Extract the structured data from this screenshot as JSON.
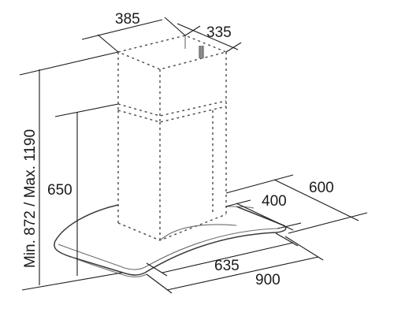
{
  "dimensions": {
    "chimney_width": "385",
    "chimney_depth": "335",
    "total_height": "Min. 872 / Max. 1190",
    "canopy_height": "650",
    "hood_depth": "600",
    "inner_depth": "400",
    "inner_width": "635",
    "hood_width": "900"
  }
}
